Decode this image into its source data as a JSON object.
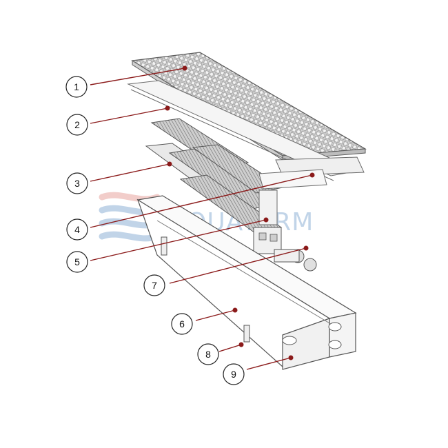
{
  "watermark": {
    "text": "AQUATERM",
    "color": "#8fb1d6",
    "wave_color": "#e8a5a0"
  },
  "colors": {
    "outline": "#4a4a4a",
    "leader": "#8b1a1a",
    "grille": "#9a9a9a",
    "panel_fill": "#f4f4f4"
  },
  "callouts": [
    {
      "number": "1",
      "part": "grille"
    },
    {
      "number": "2",
      "part": "frame-profile"
    },
    {
      "number": "3",
      "part": "heat-exchanger-left"
    },
    {
      "number": "4",
      "part": "divider-panel"
    },
    {
      "number": "5",
      "part": "heat-exchanger-center"
    },
    {
      "number": "6",
      "part": "trough-housing"
    },
    {
      "number": "7",
      "part": "connection-valves"
    },
    {
      "number": "8",
      "part": "leveling-screw"
    },
    {
      "number": "9",
      "part": "end-cap-opening"
    }
  ]
}
